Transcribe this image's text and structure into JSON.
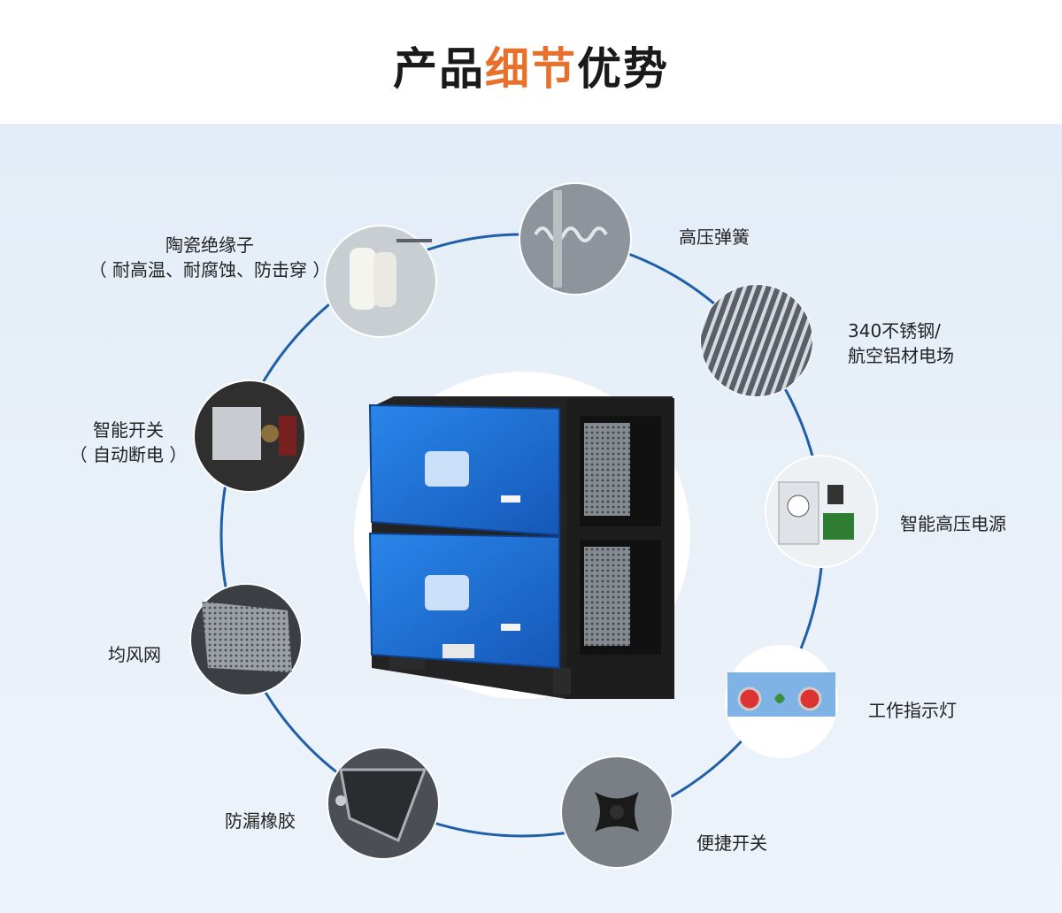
{
  "header": {
    "title_part1": "产品",
    "title_highlight": "细节",
    "title_part2": "优势",
    "highlight_color": "#e8702a"
  },
  "features": {
    "ceramic_insulator": {
      "line1": "陶瓷绝缘子",
      "line2": "（ 耐高温、耐腐蚀、防击穿 ）"
    },
    "high_voltage_spring": {
      "line1": "高压弹簧"
    },
    "stainless_field": {
      "line1": "340不锈钢/",
      "line2": "航空铝材电场"
    },
    "smart_switch": {
      "line1": "智能开关",
      "line2": "（ 自动断电 ）"
    },
    "smart_power": {
      "line1": "智能高压电源"
    },
    "air_mesh": {
      "line1": "均风网"
    },
    "indicator_light": {
      "line1": "工作指示灯"
    },
    "leak_rubber": {
      "line1": "防漏橡胶"
    },
    "quick_switch": {
      "line1": "便捷开关"
    }
  },
  "colors": {
    "ring": "#1f5fa8",
    "unit_blue": "#1f6fd6",
    "frame": "#2a2a2a"
  }
}
